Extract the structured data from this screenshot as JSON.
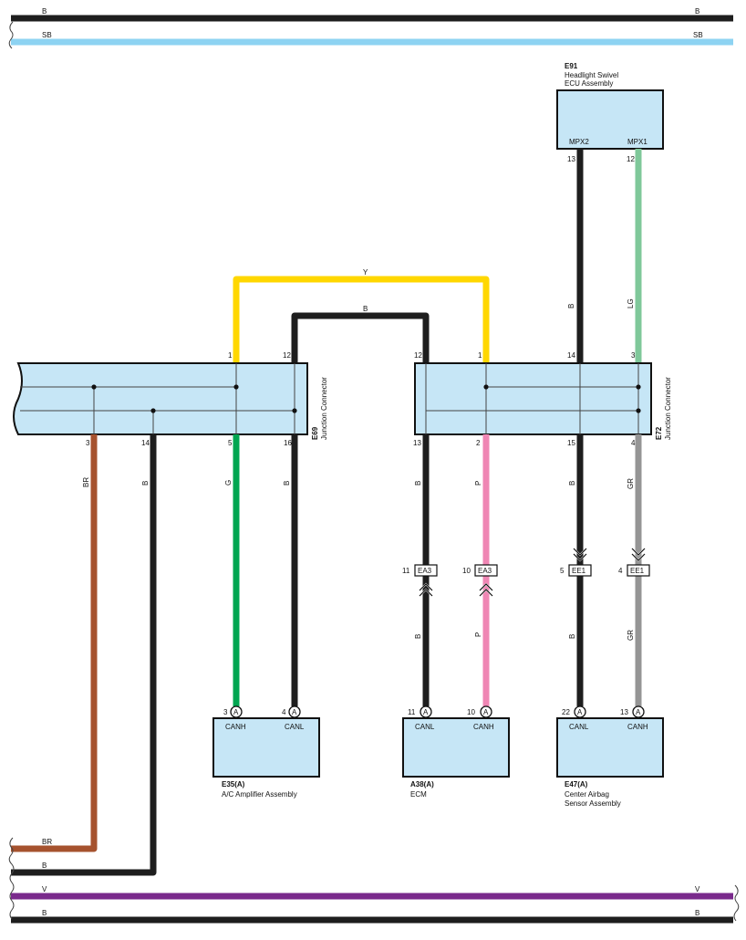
{
  "colors": {
    "B": "#1e1e1e",
    "SB": "#8dd3f2",
    "V": "#7a2a8c",
    "BR": "#a6522e",
    "G": "#00a651",
    "Y": "#ffd700",
    "P": "#ef86b4",
    "LG": "#7fc89a",
    "GR": "#959595",
    "box_fill": "#c6e6f6"
  },
  "buses": {
    "top_b": {
      "left": "B",
      "right": "B"
    },
    "top_sb": {
      "left": "SB",
      "right": "SB"
    },
    "bot_v": {
      "left": "V",
      "right": "V"
    },
    "bot_b": {
      "left": "B",
      "right": "B"
    }
  },
  "e91": {
    "code": "E91",
    "name_line1": "Headlight Swivel",
    "name_line2": "ECU Assembly",
    "pin_label_left": "MPX2",
    "pin_label_right": "MPX1",
    "pin_left": "13",
    "pin_right": "12"
  },
  "e69": {
    "code": "E69",
    "name": "Junction Connector",
    "pins_top": [
      "1",
      "12"
    ],
    "pins_bottom": [
      "3",
      "14",
      "5",
      "16"
    ]
  },
  "e72": {
    "code": "E72",
    "name": "Junction Connector",
    "pins_top": [
      "12",
      "1",
      "14",
      "3"
    ],
    "pins_bottom": [
      "13",
      "2",
      "15",
      "4"
    ]
  },
  "wire_labels": {
    "y_top": "Y",
    "b_top": "B",
    "mpx2": "B",
    "mpx1": "LG",
    "br_down": "BR",
    "b14_down": "B",
    "g_down": "G",
    "b16_down": "B",
    "b13_upper": "B",
    "p_upper": "P",
    "b15_upper": "B",
    "gr_upper": "GR",
    "b13_lower": "B",
    "p_lower": "P",
    "b15_lower": "B",
    "gr_lower": "GR",
    "br_bottom": "BR",
    "b_bottom": "B"
  },
  "inline_connectors": [
    {
      "pin": "11",
      "code": "EA3"
    },
    {
      "pin": "10",
      "code": "EA3"
    },
    {
      "pin": "5",
      "code": "EE1"
    },
    {
      "pin": "4",
      "code": "EE1"
    }
  ],
  "e35": {
    "code": "E35(A)",
    "name": "A/C Amplifier Assembly",
    "pin_left": "3",
    "pin_right": "4",
    "connector": "A",
    "label_left": "CANH",
    "label_right": "CANL"
  },
  "a38": {
    "code": "A38(A)",
    "name": "ECM",
    "pin_left": "11",
    "pin_right": "10",
    "connector": "A",
    "label_left": "CANL",
    "label_right": "CANH"
  },
  "e47": {
    "code": "E47(A)",
    "name_line1": "Center Airbag",
    "name_line2": "Sensor Assembly",
    "pin_left": "22",
    "pin_right": "13",
    "connector": "A",
    "label_left": "CANL",
    "label_right": "CANH"
  }
}
